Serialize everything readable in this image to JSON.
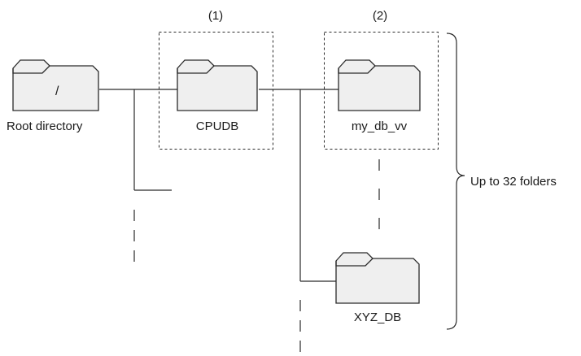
{
  "colors": {
    "folder_fill": "#efefef",
    "folder_stroke": "#2a2a2a",
    "line": "#2a2a2a",
    "text": "#1a1a1a"
  },
  "folders": [
    {
      "id": "root",
      "label": "Root directory",
      "inner_text": "/",
      "icon": "folder-icon"
    },
    {
      "id": "cpudb",
      "label": "CPUDB",
      "inner_text": "",
      "icon": "folder-icon"
    },
    {
      "id": "mydb",
      "label": "my_db_vv",
      "inner_text": "",
      "icon": "folder-icon"
    },
    {
      "id": "xyzdb",
      "label": "XYZ_DB",
      "inner_text": "",
      "icon": "folder-icon"
    }
  ],
  "callouts": {
    "one": "(1)",
    "two": "(2)"
  },
  "bracket_label": "Up to 32 folders"
}
